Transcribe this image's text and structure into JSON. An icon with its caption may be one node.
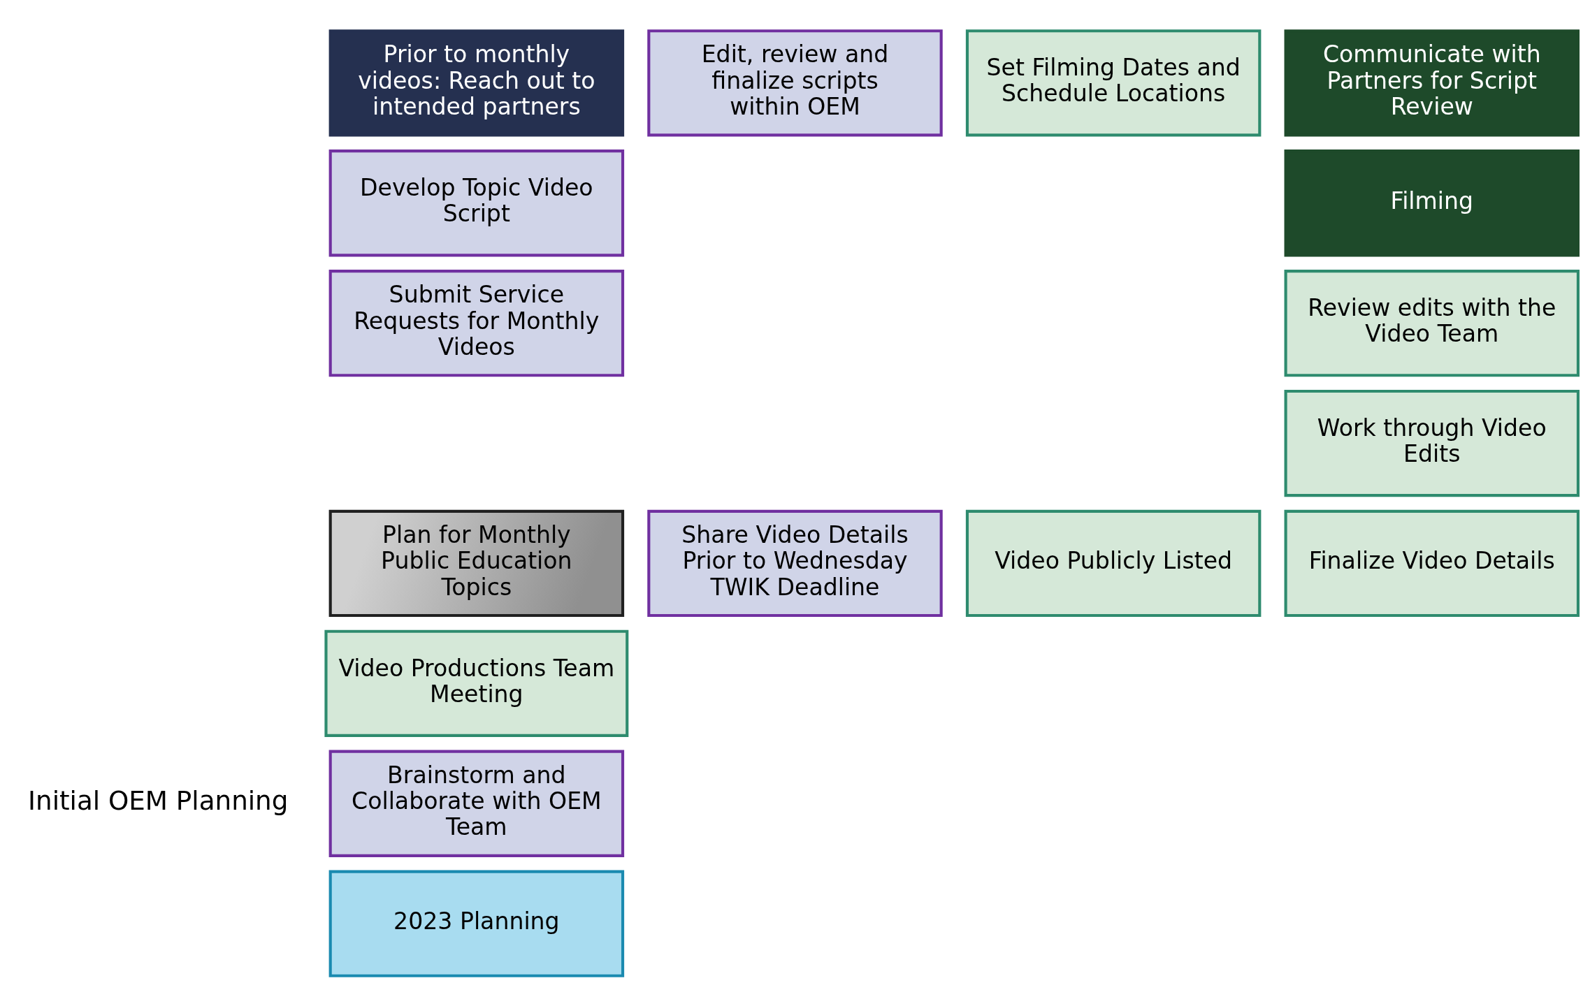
{
  "diagram": {
    "nodes": [
      {
        "text": [
          "Prior to monthly videos: Reach out to intended partners"
        ]
      },
      {
        "text": [
          "Edit, review and finalize scripts within OEM"
        ]
      },
      {
        "text": [
          "Set Filming Dates and Schedule Locations"
        ]
      },
      {
        "text": [
          "Communicate with Partners for Script Review"
        ]
      },
      {
        "text": [
          "Develop Topic Video Script"
        ]
      },
      {
        "text": [
          "Filming"
        ]
      },
      {
        "text": [
          "Review edits with the Video Team"
        ]
      },
      {
        "text": [
          "Submit Service Requests for Monthly Videos"
        ]
      },
      {
        "text": [
          "Work through Video Edits"
        ]
      },
      {
        "text": [
          "Plan for Monthly Public Education Topics"
        ]
      },
      {
        "text": [
          "Share Video Details Prior to Wednesday TWIK Deadline"
        ]
      },
      {
        "text": [
          "Video Publicly Listed"
        ]
      },
      {
        "text": [
          "Finalize Video Details"
        ]
      },
      {
        "text": [
          "Video Productions Team Meeting"
        ]
      },
      {
        "text": [
          "Brainstorm and Collaborate with OEM Team"
        ]
      },
      {
        "text": [
          "2023 Planning"
        ]
      }
    ],
    "edges": [],
    "labels": [
      "Initial OEM Planning"
    ]
  }
}
